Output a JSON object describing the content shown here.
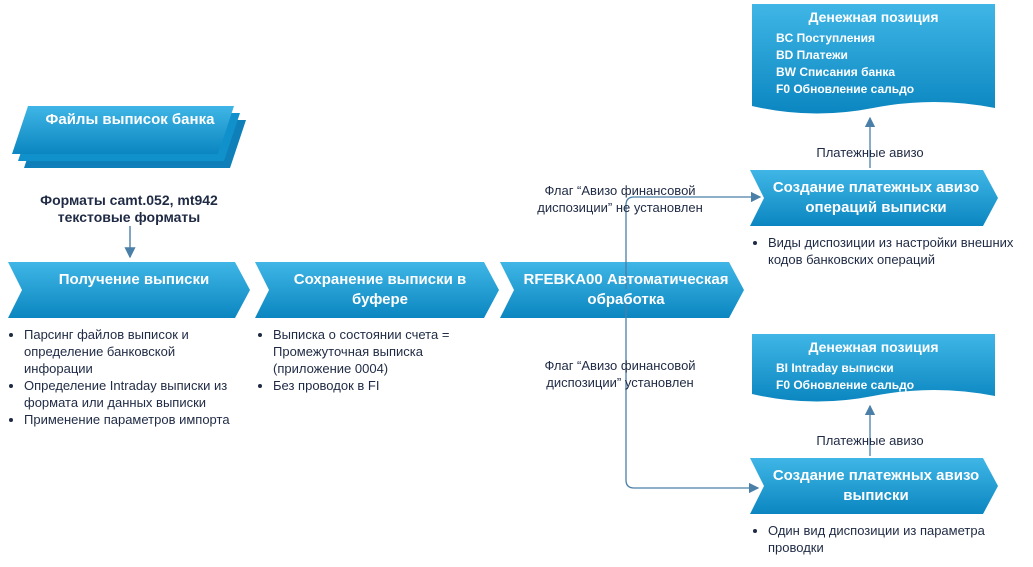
{
  "input_files": {
    "title": "Файлы выписок банка",
    "formats": "Форматы camt.052, mt942 текстовые форматы"
  },
  "steps": [
    {
      "title": "Получение выписки",
      "bullets": [
        "Парсинг файлов выписок и определение банковской инфорации",
        "Определение Intraday выписки из формата или данных выписки",
        "Применение параметров импорта"
      ]
    },
    {
      "title": "Сохранение выписки в буфере",
      "bullets": [
        "Выписка о состоянии счета = Промежуточная выписка (приложение 0004)",
        "Без проводок в FI"
      ]
    },
    {
      "title": "RFEBKA00 Автоматическая обработка",
      "bullets": []
    }
  ],
  "branch_top": {
    "condition": "Флаг “Авизо финансовой диспозиции” не установлен",
    "action_title": "Создание платежных авизо операций выписки",
    "bullets": [
      "Виды диспозиции из настройки внешних кодов банковских операций"
    ],
    "arrow_label": "Платежные авизо",
    "cash_position": {
      "title": "Денежная позиция",
      "items": [
        "BC Поступления",
        "BD Платежи",
        "BW Списания банка",
        "F0 Обновление сальдо"
      ]
    }
  },
  "branch_bottom": {
    "condition": "Флаг “Авизо финансовой диспозиции” установлен",
    "action_title": "Создание платежных авизо выписки",
    "bullets": [
      "Один вид диспозиции из параметра проводки"
    ],
    "arrow_label": "Платежные авизо",
    "cash_position": {
      "title": "Денежная позиция",
      "items": [
        "BI Intraday выписки",
        "F0 Обновление сальдо"
      ]
    }
  },
  "colors": {
    "shape_fill": "#0f8fc9",
    "shape_light": "#41b8e8",
    "line": "#4a7fa8",
    "text_dark": "#1f2a44"
  }
}
